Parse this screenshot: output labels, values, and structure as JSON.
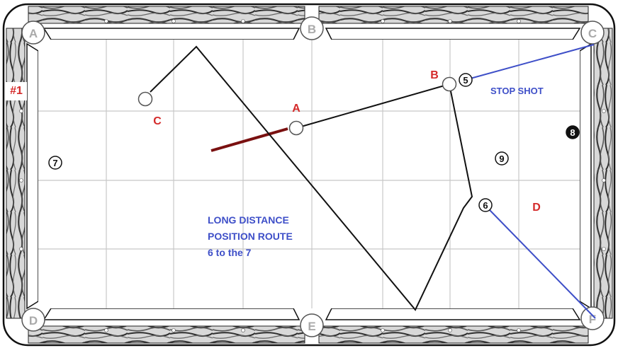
{
  "diagram_number": "#1",
  "pockets": {
    "top_left": "A",
    "top_middle": "B",
    "top_right": "C",
    "bottom_left": "D",
    "bottom_middle": "E",
    "bottom_right": "F"
  },
  "position_labels": {
    "a": "A",
    "b": "B",
    "c": "C",
    "d": "D"
  },
  "balls": {
    "five": "5",
    "six": "6",
    "seven": "7",
    "eight": "8",
    "nine": "9"
  },
  "notes": {
    "stop_shot": "STOP SHOT",
    "route_line1": "LONG DISTANCE",
    "route_line2": "POSITION ROUTE",
    "route_line3": "6 to the 7"
  },
  "colors": {
    "label_red": "#d42a2a",
    "note_blue": "#3e4fc8",
    "cue_maroon": "#7a1010",
    "path_black": "#111111"
  }
}
